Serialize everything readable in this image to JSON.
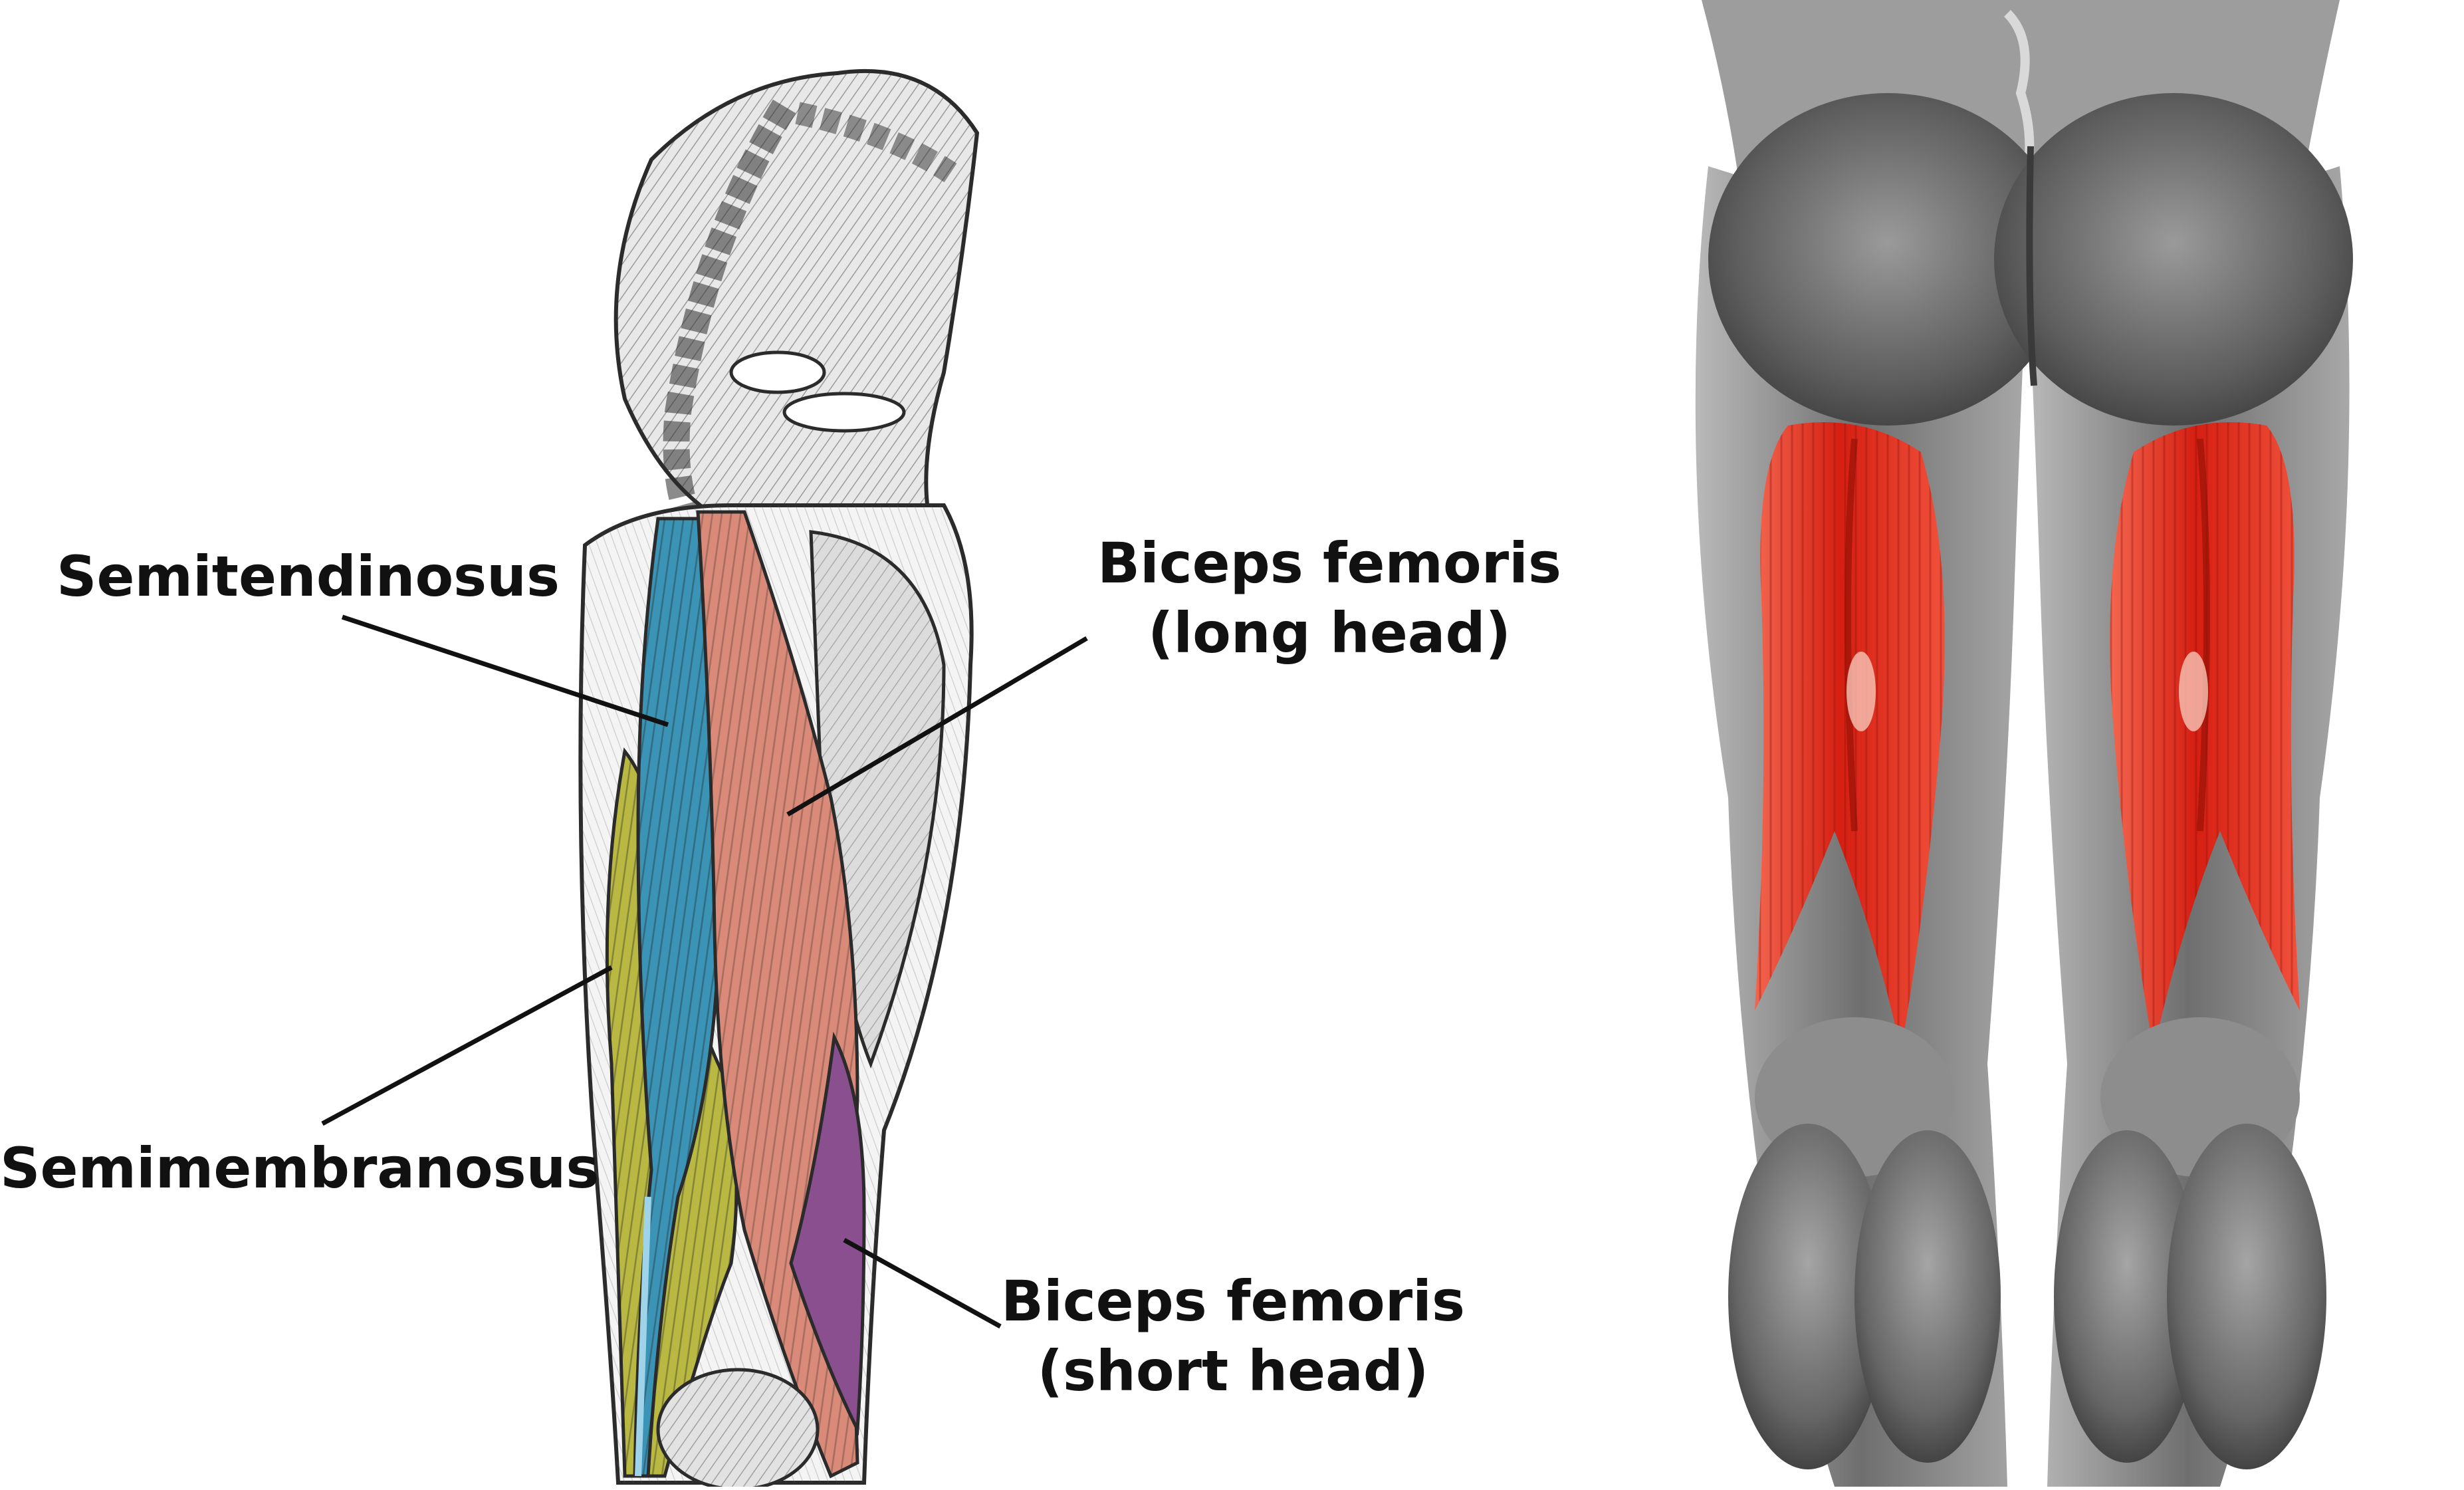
{
  "labels": {
    "semitendinosus": "Semitendinosus",
    "semimembranosus": "Semimembranosus",
    "biceps_long": {
      "line1": "Biceps femoris",
      "line2": "(long head)"
    },
    "biceps_short": {
      "line1": "Biceps femoris",
      "line2": "(short head)"
    }
  },
  "colors": {
    "semitendinosus": "#3b93b5",
    "semimembranosus": "#b9b843",
    "biceps_long": "#d98a78",
    "biceps_short": "#8a4f8e",
    "hamstring_highlight": "#e8321f",
    "body_gray": "#8e8e8e",
    "sketch_ink": "#2b2b2b"
  }
}
